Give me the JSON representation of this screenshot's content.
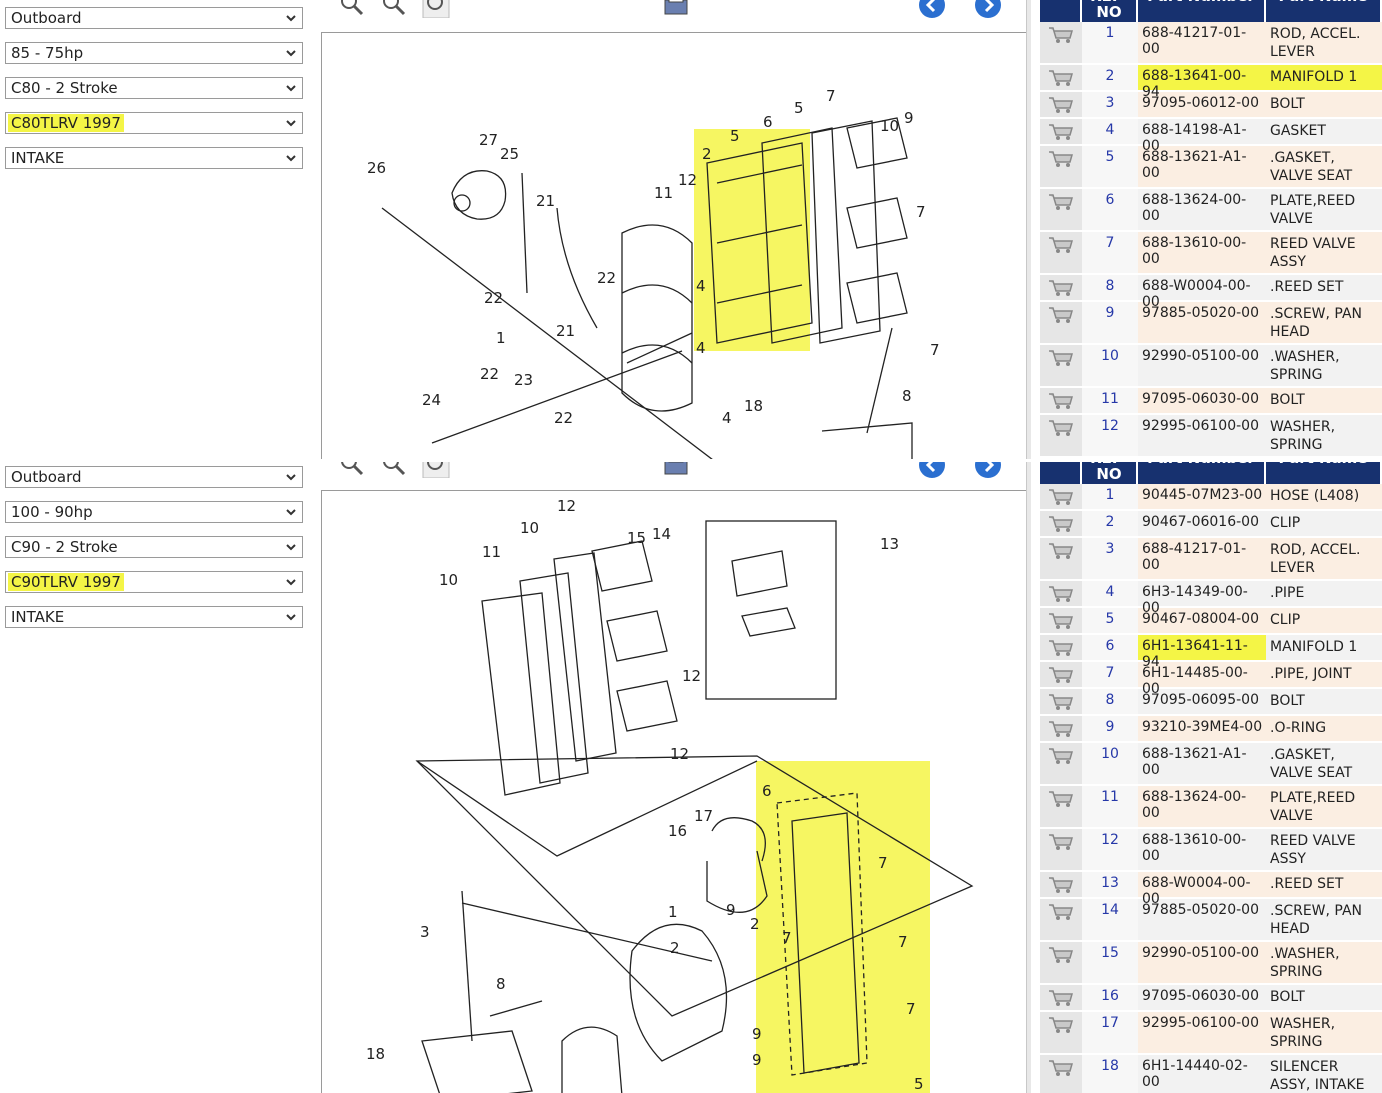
{
  "top": {
    "selects": [
      "Outboard",
      "85 - 75hp",
      "C80 - 2 Stroke",
      "C80TLRV 1997",
      "INTAKE"
    ],
    "table_headers": [
      "REF-\nNO",
      "Part Number",
      "Part Name"
    ],
    "rows": [
      {
        "ref": "1",
        "number": "688-41217-01-00",
        "name": "ROD, ACCEL. LEVER"
      },
      {
        "ref": "2",
        "number": "688-13641-00-94",
        "name": "MANIFOLD 1"
      },
      {
        "ref": "3",
        "number": "97095-06012-00",
        "name": "BOLT"
      },
      {
        "ref": "4",
        "number": "688-14198-A1-00",
        "name": "GASKET"
      },
      {
        "ref": "5",
        "number": "688-13621-A1-00",
        "name": ".GASKET, VALVE SEAT"
      },
      {
        "ref": "6",
        "number": "688-13624-00-00",
        "name": "PLATE,REED VALVE"
      },
      {
        "ref": "7",
        "number": "688-13610-00-00",
        "name": "REED VALVE ASSY"
      },
      {
        "ref": "8",
        "number": "688-W0004-00-00",
        "name": ".REED SET"
      },
      {
        "ref": "9",
        "number": "97885-05020-00",
        "name": ".SCREW, PAN HEAD"
      },
      {
        "ref": "10",
        "number": "92990-05100-00",
        "name": ".WASHER, SPRING"
      },
      {
        "ref": "11",
        "number": "97095-06030-00",
        "name": "BOLT"
      },
      {
        "ref": "12",
        "number": "92995-06100-00",
        "name": "WASHER, SPRING"
      }
    ],
    "callouts": [
      "27",
      "25",
      "26",
      "21",
      "22",
      "22",
      "1",
      "21",
      "22",
      "23",
      "22",
      "24",
      "2",
      "11",
      "12",
      "5",
      "6",
      "5",
      "7",
      "10",
      "9",
      "7",
      "4",
      "4",
      "4",
      "18",
      "7",
      "8"
    ]
  },
  "bottom": {
    "selects": [
      "Outboard",
      "100 - 90hp",
      "C90 - 2 Stroke",
      "C90TLRV 1997",
      "INTAKE"
    ],
    "table_headers": [
      "REF-\nNO",
      "Part Number",
      "Part Name"
    ],
    "rows": [
      {
        "ref": "1",
        "number": "90445-07M23-00",
        "name": "HOSE (L408)"
      },
      {
        "ref": "2",
        "number": "90467-06016-00",
        "name": "CLIP"
      },
      {
        "ref": "3",
        "number": "688-41217-01-00",
        "name": "ROD, ACCEL. LEVER"
      },
      {
        "ref": "4",
        "number": "6H3-14349-00-00",
        "name": ".PIPE"
      },
      {
        "ref": "5",
        "number": "90467-08004-00",
        "name": "CLIP"
      },
      {
        "ref": "6",
        "number": "6H1-13641-11-94",
        "name": "MANIFOLD 1"
      },
      {
        "ref": "7",
        "number": "6H1-14485-00-00",
        "name": ".PIPE, JOINT"
      },
      {
        "ref": "8",
        "number": "97095-06095-00",
        "name": "BOLT"
      },
      {
        "ref": "9",
        "number": "93210-39ME4-00",
        "name": ".O-RING"
      },
      {
        "ref": "10",
        "number": "688-13621-A1-00",
        "name": ".GASKET, VALVE SEAT"
      },
      {
        "ref": "11",
        "number": "688-13624-00-00",
        "name": "PLATE,REED VALVE"
      },
      {
        "ref": "12",
        "number": "688-13610-00-00",
        "name": "REED VALVE ASSY"
      },
      {
        "ref": "13",
        "number": "688-W0004-00-00",
        "name": ".REED SET"
      },
      {
        "ref": "14",
        "number": "97885-05020-00",
        "name": ".SCREW, PAN HEAD"
      },
      {
        "ref": "15",
        "number": "92990-05100-00",
        "name": ".WASHER, SPRING"
      },
      {
        "ref": "16",
        "number": "97095-06030-00",
        "name": "BOLT"
      },
      {
        "ref": "17",
        "number": "92995-06100-00",
        "name": "WASHER, SPRING"
      },
      {
        "ref": "18",
        "number": "6H1-14440-02-00",
        "name": "SILENCER ASSY, INTAKE"
      }
    ],
    "callouts": [
      "12",
      "10",
      "15",
      "14",
      "13",
      "11",
      "10",
      "12",
      "12",
      "6",
      "17",
      "16",
      "7",
      "1",
      "9",
      "2",
      "7",
      "3",
      "2",
      "7",
      "8",
      "9",
      "7",
      "18",
      "9",
      "5"
    ]
  },
  "colors": {
    "header_bg": "#17316f",
    "highlight": "#f4f546",
    "row_odd": "#fbeee2",
    "row_even": "#f2f2f2"
  }
}
